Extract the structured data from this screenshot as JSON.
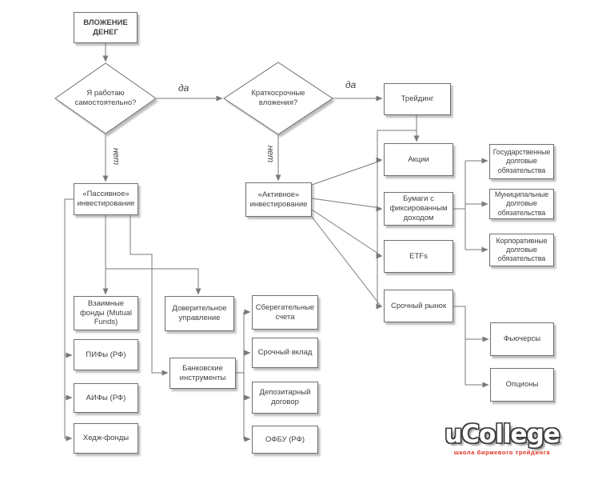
{
  "flowchart": {
    "nodes": {
      "start": "ВЛОЖЕНИЕ ДЕНЕГ",
      "work_myself": "Я работаю самостоятельно?",
      "short_term": "Краткосрочные вложения?",
      "trading": "Трейдинг",
      "passive": "«Пассивное» инвестирование",
      "active": "«Активное» инвестирование",
      "stocks": "Акции",
      "fixed_income": "Бумаги с фиксированным доходом",
      "etfs": "ETFs",
      "derivatives": "Срочный рынок",
      "gov_bonds": "Государственные долговые обязательства",
      "muni_bonds": "Муниципальные долговые обязательства",
      "corp_bonds": "Корпоративные долговые обязательства",
      "futures": "Фьючерсы",
      "options": "Опционы",
      "mutual_funds": "Взаимные фонды (Mutual Funds)",
      "pifs": "ПИФы (РФ)",
      "aifs": "АИФы (РФ)",
      "hedge_funds": "Хедж-фонды",
      "trust": "Доверительное управление",
      "bank_instruments": "Банковские инструменты",
      "savings_accounts": "Сберегательные счета",
      "term_deposit": "Срочный вклад",
      "depositary_agreement": "Депозитарный договор",
      "ofbu": "ОФБУ (РФ)"
    },
    "edge_labels": {
      "yes_1": "да",
      "yes_2": "да",
      "no_1": "нет",
      "no_2": "нет"
    },
    "colors": {
      "line": "#7a7a7a",
      "box_border": "#6f6f6f",
      "box_fill": "#ffffff",
      "text": "#3f3f3f"
    }
  },
  "logo": {
    "brand": "uCollege",
    "tagline": "школа биржевого трейдинга",
    "tagline_color": "#e03020"
  }
}
